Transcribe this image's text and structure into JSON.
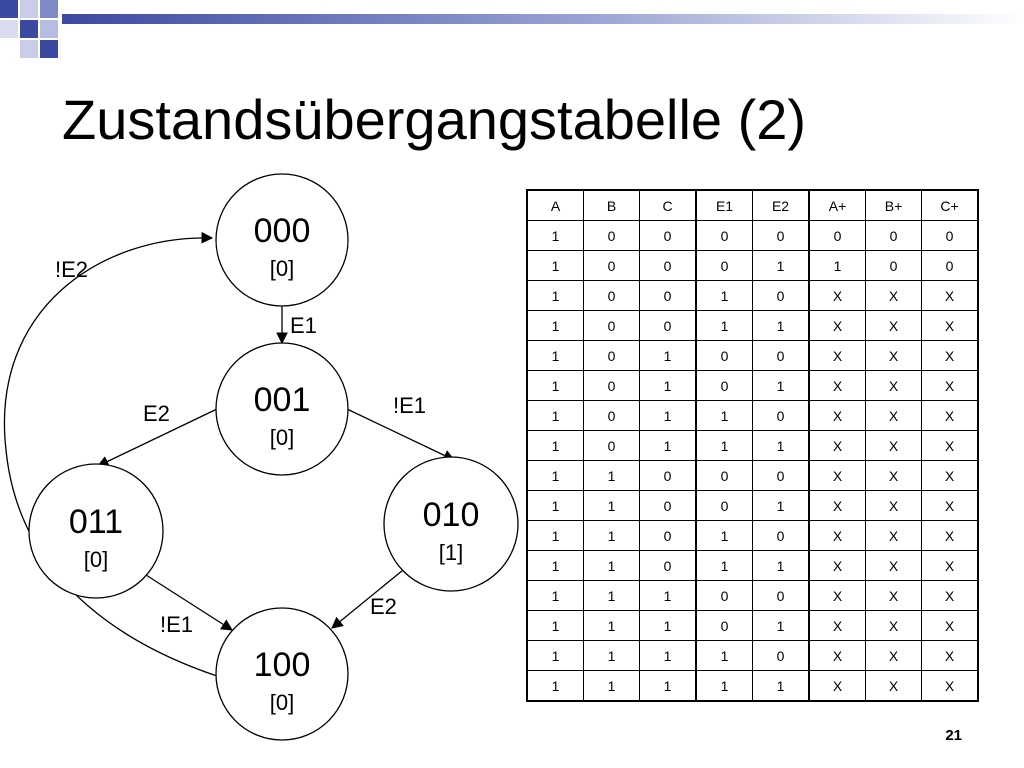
{
  "slide": {
    "title": "Zustandsübergangstabelle (2)",
    "page_number": "21",
    "accent_color": "#3b4aa0"
  },
  "states": [
    {
      "id": "s000",
      "code": "000",
      "output": "[0]"
    },
    {
      "id": "s001",
      "code": "001",
      "output": "[0]"
    },
    {
      "id": "s011",
      "code": "011",
      "output": "[0]"
    },
    {
      "id": "s010",
      "code": "010",
      "output": "[1]"
    },
    {
      "id": "s100",
      "code": "100",
      "output": "[0]"
    }
  ],
  "transitions": [
    {
      "from": "000",
      "to": "001",
      "label": "E1"
    },
    {
      "from": "001",
      "to": "011",
      "label": "E2"
    },
    {
      "from": "001",
      "to": "010",
      "label": "!E1"
    },
    {
      "from": "011",
      "to": "100",
      "label": "!E1"
    },
    {
      "from": "010",
      "to": "100",
      "label": "E2"
    },
    {
      "from": "100",
      "to": "000",
      "label": "!E2"
    }
  ],
  "table": {
    "headers": [
      "A",
      "B",
      "C",
      "E1",
      "E2",
      "A+",
      "B+",
      "C+"
    ],
    "rows": [
      [
        "1",
        "0",
        "0",
        "0",
        "0",
        "0",
        "0",
        "0"
      ],
      [
        "1",
        "0",
        "0",
        "0",
        "1",
        "1",
        "0",
        "0"
      ],
      [
        "1",
        "0",
        "0",
        "1",
        "0",
        "X",
        "X",
        "X"
      ],
      [
        "1",
        "0",
        "0",
        "1",
        "1",
        "X",
        "X",
        "X"
      ],
      [
        "1",
        "0",
        "1",
        "0",
        "0",
        "X",
        "X",
        "X"
      ],
      [
        "1",
        "0",
        "1",
        "0",
        "1",
        "X",
        "X",
        "X"
      ],
      [
        "1",
        "0",
        "1",
        "1",
        "0",
        "X",
        "X",
        "X"
      ],
      [
        "1",
        "0",
        "1",
        "1",
        "1",
        "X",
        "X",
        "X"
      ],
      [
        "1",
        "1",
        "0",
        "0",
        "0",
        "X",
        "X",
        "X"
      ],
      [
        "1",
        "1",
        "0",
        "0",
        "1",
        "X",
        "X",
        "X"
      ],
      [
        "1",
        "1",
        "0",
        "1",
        "0",
        "X",
        "X",
        "X"
      ],
      [
        "1",
        "1",
        "0",
        "1",
        "1",
        "X",
        "X",
        "X"
      ],
      [
        "1",
        "1",
        "1",
        "0",
        "0",
        "X",
        "X",
        "X"
      ],
      [
        "1",
        "1",
        "1",
        "0",
        "1",
        "X",
        "X",
        "X"
      ],
      [
        "1",
        "1",
        "1",
        "1",
        "0",
        "X",
        "X",
        "X"
      ],
      [
        "1",
        "1",
        "1",
        "1",
        "1",
        "X",
        "X",
        "X"
      ]
    ]
  }
}
